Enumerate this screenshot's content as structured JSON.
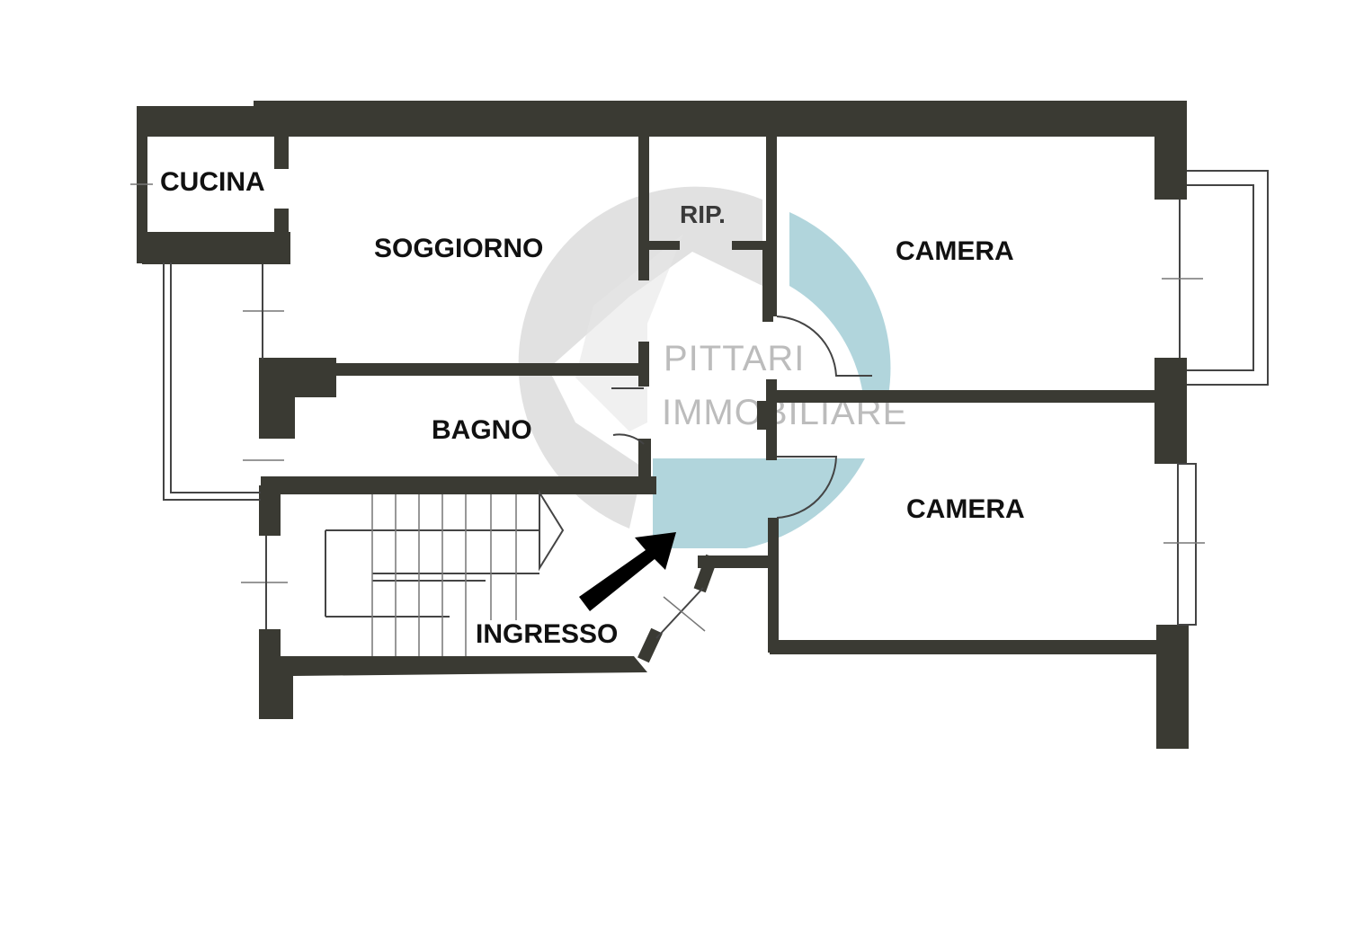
{
  "plan": {
    "rooms": {
      "cucina": "CUCINA",
      "soggiorno": "SOGGIORNO",
      "ripostiglio": "RIP.",
      "camera_1": "CAMERA",
      "bagno": "BAGNO",
      "camera_2": "CAMERA",
      "ingresso": "INGRESSO"
    },
    "watermark": {
      "line1": "PITTARI",
      "line2": "IMMOBILIARE",
      "colors": {
        "grey": "#dcdcdc",
        "teal": "#a9d0d8"
      }
    },
    "entrance_arrow": {
      "icon": "entrance-arrow-icon",
      "color": "#000000"
    },
    "colors": {
      "wall": "#3a3a33",
      "background": "#ffffff"
    }
  }
}
